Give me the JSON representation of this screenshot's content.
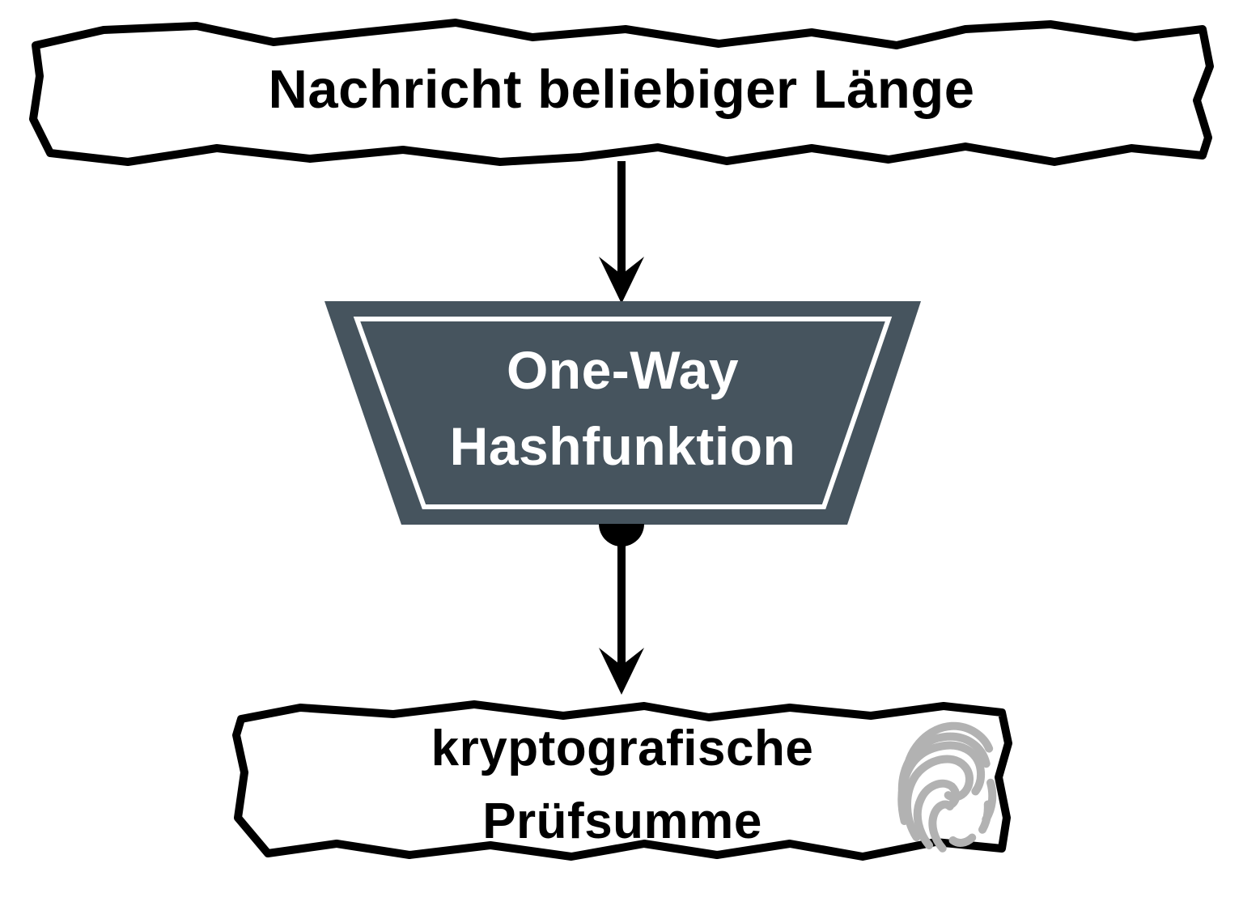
{
  "colors": {
    "background": "#FFFFFF",
    "outline": "#000000",
    "text": "#000000",
    "arrow": "#000000",
    "hash_fill": "#46545E",
    "hash_inner_stroke": "#FFFFFF",
    "hash_text": "#FFFFFF",
    "fingerprint_gray": "#B2B2B2"
  },
  "nodes": {
    "message": {
      "label": "Nachricht beliebiger Länge"
    },
    "hash": {
      "label_line1": "One-Way",
      "label_line2": "Hashfunktion"
    },
    "checksum": {
      "label_line1": "kryptografische",
      "label_line2": "Prüfsumme"
    }
  },
  "icons": {
    "fingerprint": "fingerprint-icon"
  },
  "flow": {
    "from": "Nachricht beliebiger Länge",
    "through": "One-Way Hashfunktion",
    "to": "kryptografische Prüfsumme"
  }
}
